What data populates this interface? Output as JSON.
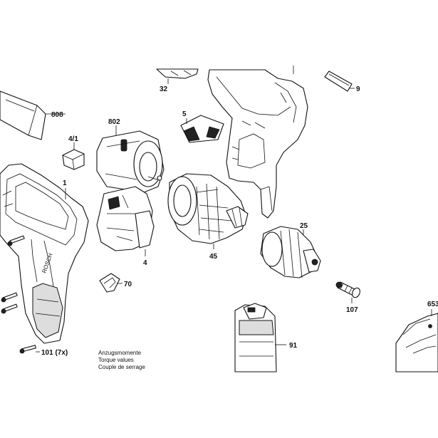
{
  "callouts": {
    "c32": "32",
    "c9": "9",
    "c808": "808",
    "c802": "802",
    "c5": "5",
    "c4_1": "4/1",
    "c1": "1",
    "c4": "4",
    "c45": "45",
    "c25": "25",
    "c70": "70",
    "c107": "107",
    "c653": "653",
    "c91": "91",
    "c101": "101 (7x)"
  },
  "torque_note": {
    "de": "Anzugsmomente",
    "en": "Torque values",
    "fr": "Couple de serrage"
  },
  "housing_text": "ROSCH"
}
